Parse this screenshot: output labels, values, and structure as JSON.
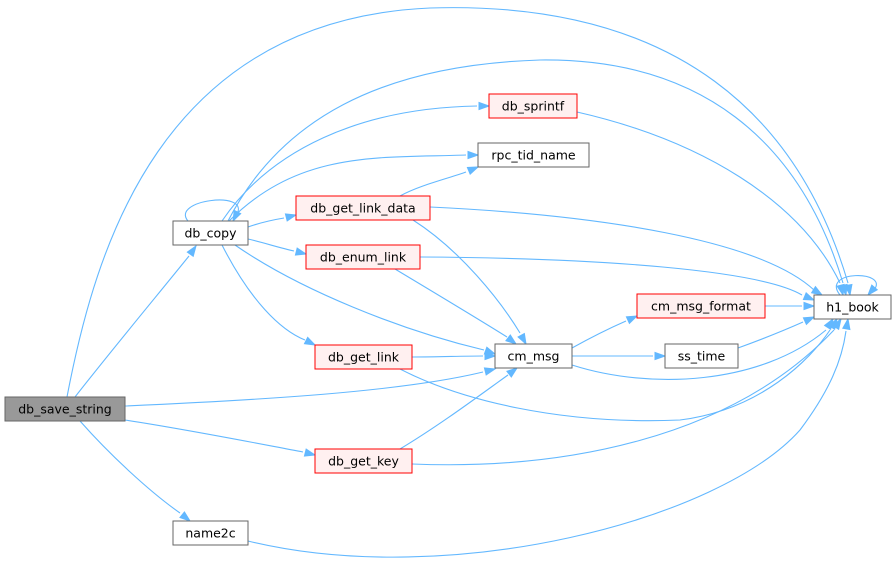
{
  "colors": {
    "edge": "#63b8ff",
    "root_fill": "#999999",
    "root_stroke": "#666666",
    "normal_fill": "#ffffff",
    "normal_stroke": "#666666",
    "highlight_fill": "#fff0f0",
    "highlight_stroke": "#ff0000"
  },
  "nodes": {
    "db_save_string": {
      "label": "db_save_string",
      "style": "root"
    },
    "db_copy": {
      "label": "db_copy",
      "style": "normal"
    },
    "name2c": {
      "label": "name2c",
      "style": "normal"
    },
    "db_sprintf": {
      "label": "db_sprintf",
      "style": "highlight"
    },
    "rpc_tid_name": {
      "label": "rpc_tid_name",
      "style": "normal"
    },
    "db_get_link_data": {
      "label": "db_get_link_data",
      "style": "highlight"
    },
    "db_enum_link": {
      "label": "db_enum_link",
      "style": "highlight"
    },
    "db_get_link": {
      "label": "db_get_link",
      "style": "highlight"
    },
    "db_get_key": {
      "label": "db_get_key",
      "style": "highlight"
    },
    "cm_msg": {
      "label": "cm_msg",
      "style": "normal"
    },
    "cm_msg_format": {
      "label": "cm_msg_format",
      "style": "highlight"
    },
    "ss_time": {
      "label": "ss_time",
      "style": "normal"
    },
    "h1_book": {
      "label": "h1_book",
      "style": "normal"
    }
  },
  "edges": [
    {
      "from": "db_save_string",
      "to": "db_copy"
    },
    {
      "from": "db_save_string",
      "to": "h1_book"
    },
    {
      "from": "db_save_string",
      "to": "cm_msg"
    },
    {
      "from": "db_save_string",
      "to": "db_get_key"
    },
    {
      "from": "db_save_string",
      "to": "name2c"
    },
    {
      "from": "db_copy",
      "to": "db_copy"
    },
    {
      "from": "db_copy",
      "to": "h1_book"
    },
    {
      "from": "db_copy",
      "to": "db_sprintf"
    },
    {
      "from": "db_copy",
      "to": "rpc_tid_name"
    },
    {
      "from": "db_copy",
      "to": "db_get_link_data"
    },
    {
      "from": "db_copy",
      "to": "db_enum_link"
    },
    {
      "from": "db_copy",
      "to": "db_get_link"
    },
    {
      "from": "db_copy",
      "to": "cm_msg"
    },
    {
      "from": "db_sprintf",
      "to": "h1_book"
    },
    {
      "from": "db_get_link_data",
      "to": "rpc_tid_name"
    },
    {
      "from": "db_get_link_data",
      "to": "h1_book"
    },
    {
      "from": "db_get_link_data",
      "to": "cm_msg"
    },
    {
      "from": "db_enum_link",
      "to": "h1_book"
    },
    {
      "from": "db_enum_link",
      "to": "cm_msg"
    },
    {
      "from": "db_get_link",
      "to": "cm_msg"
    },
    {
      "from": "db_get_link",
      "to": "h1_book"
    },
    {
      "from": "db_get_key",
      "to": "cm_msg"
    },
    {
      "from": "db_get_key",
      "to": "h1_book"
    },
    {
      "from": "cm_msg",
      "to": "cm_msg_format"
    },
    {
      "from": "cm_msg",
      "to": "ss_time"
    },
    {
      "from": "cm_msg",
      "to": "h1_book"
    },
    {
      "from": "cm_msg_format",
      "to": "h1_book"
    },
    {
      "from": "ss_time",
      "to": "h1_book"
    },
    {
      "from": "name2c",
      "to": "h1_book"
    },
    {
      "from": "h1_book",
      "to": "h1_book"
    }
  ]
}
